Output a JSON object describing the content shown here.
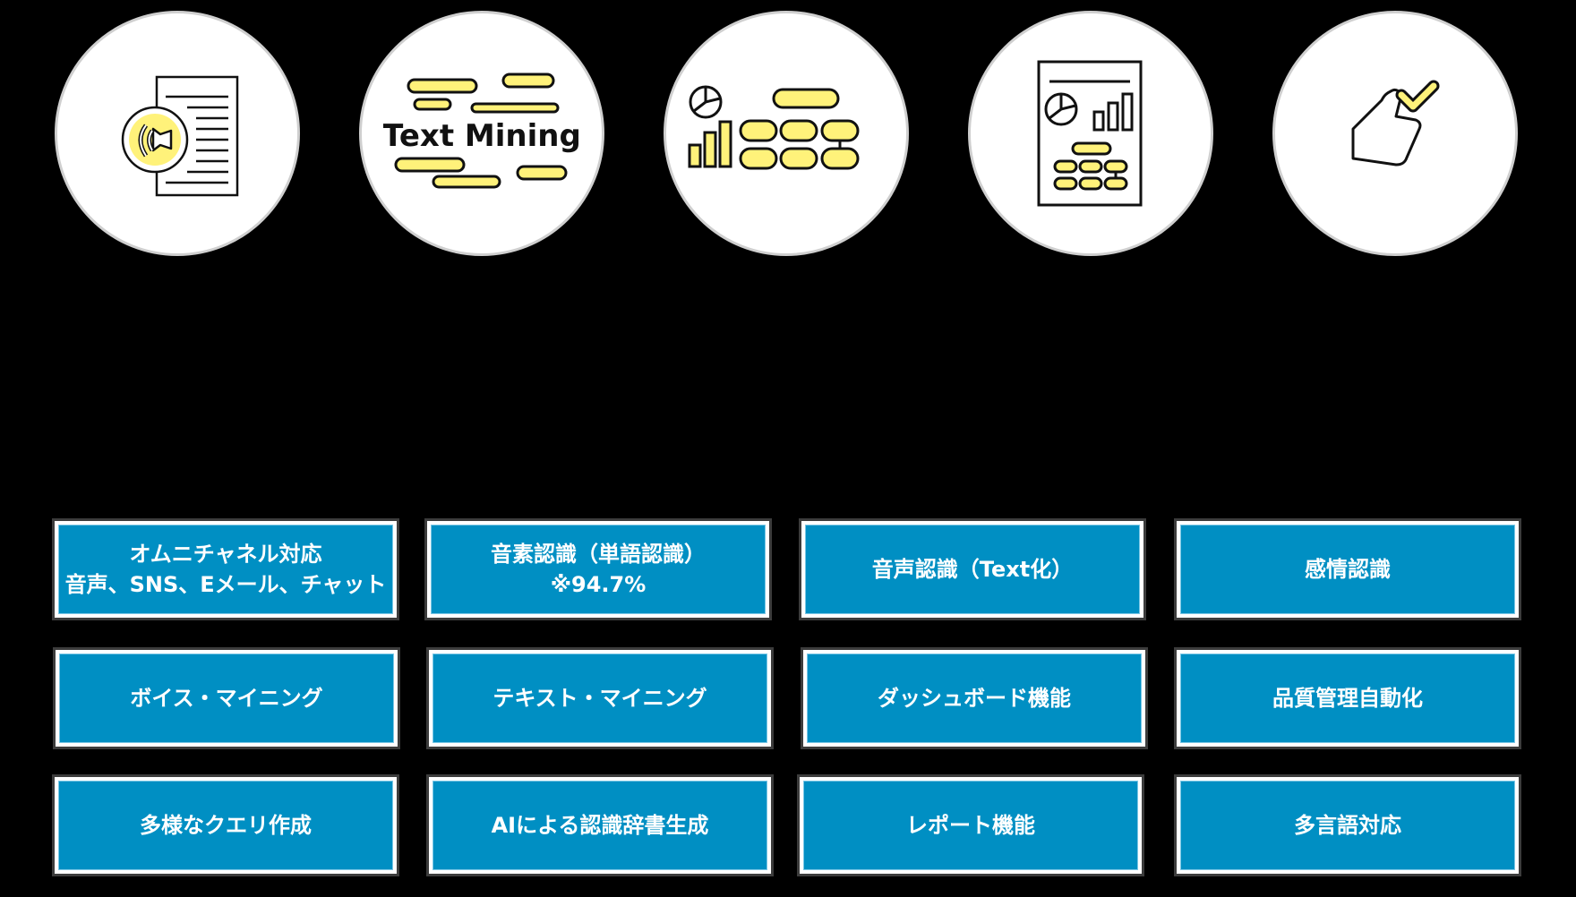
{
  "colors": {
    "background": "#000000",
    "circle_fill": "#ffffff",
    "circle_border": "#cfcfcf",
    "icon_highlight": "#fff27a",
    "icon_stroke": "#111111",
    "box_fill": "#008fc3",
    "box_frame": "#ffffff",
    "box_outer_border": "#3c3c3c",
    "box_text": "#ffffff"
  },
  "icons": [
    {
      "name": "voice-document-icon"
    },
    {
      "name": "text-mining-icon",
      "label": "Text Mining"
    },
    {
      "name": "analytics-dashboard-icon"
    },
    {
      "name": "report-document-icon"
    },
    {
      "name": "hand-checkmark-icon"
    }
  ],
  "features": [
    {
      "lines": [
        "オムニチャネル対応",
        "音声、SNS、Eメール、チャット"
      ]
    },
    {
      "lines": [
        "音素認識（単語認識）",
        "※94.7%"
      ]
    },
    {
      "lines": [
        "音声認識（Text化）"
      ]
    },
    {
      "lines": [
        "感情認識"
      ]
    },
    {
      "lines": [
        "ボイス・マイニング"
      ]
    },
    {
      "lines": [
        "テキスト・マイニング"
      ]
    },
    {
      "lines": [
        "ダッシュボード機能"
      ]
    },
    {
      "lines": [
        "品質管理自動化"
      ]
    },
    {
      "lines": [
        "多様なクエリ作成"
      ]
    },
    {
      "lines": [
        "AIによる認識辞書生成"
      ]
    },
    {
      "lines": [
        "レポート機能"
      ]
    },
    {
      "lines": [
        "多言語対応"
      ]
    }
  ]
}
